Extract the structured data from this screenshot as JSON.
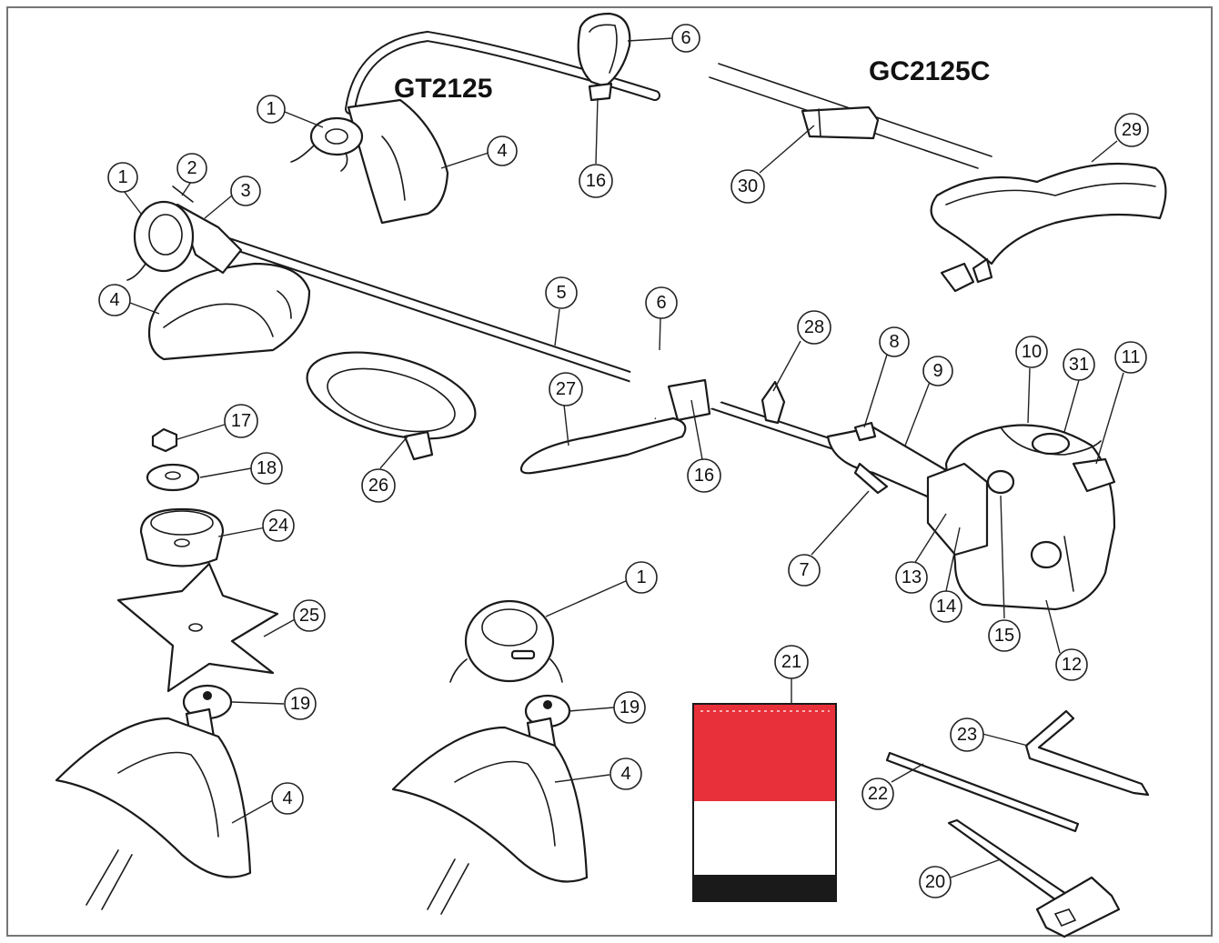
{
  "models": {
    "left": "GT2125",
    "right": "GC2125C"
  },
  "colors": {
    "manual_top": "#e8303a",
    "manual_middle": "#ffffff",
    "manual_bottom": "#1a1a1a",
    "line": "#1a1a1a",
    "background": "#ffffff"
  },
  "callouts": [
    {
      "id": "c-1a",
      "label": "1",
      "part": "trimmer-head"
    },
    {
      "id": "c-1b",
      "label": "1",
      "part": "trimmer-head"
    },
    {
      "id": "c-1c",
      "label": "1",
      "part": "trimmer-head"
    },
    {
      "id": "c-2",
      "label": "2",
      "part": "cutting-line"
    },
    {
      "id": "c-3",
      "label": "3",
      "part": "gear-head"
    },
    {
      "id": "c-4a",
      "label": "4",
      "part": "guard"
    },
    {
      "id": "c-4b",
      "label": "4",
      "part": "guard"
    },
    {
      "id": "c-4c",
      "label": "4",
      "part": "guard"
    },
    {
      "id": "c-4d",
      "label": "4",
      "part": "guard"
    },
    {
      "id": "c-5",
      "label": "5",
      "part": "shaft"
    },
    {
      "id": "c-6a",
      "label": "6",
      "part": "loop-handle"
    },
    {
      "id": "c-6b",
      "label": "6",
      "part": "loop-handle"
    },
    {
      "id": "c-7",
      "label": "7",
      "part": "throttle-trigger"
    },
    {
      "id": "c-8",
      "label": "8",
      "part": "stop-switch"
    },
    {
      "id": "c-9",
      "label": "9",
      "part": "grip"
    },
    {
      "id": "c-10",
      "label": "10",
      "part": "air-filter-cover"
    },
    {
      "id": "c-11",
      "label": "11",
      "part": "choke-lever"
    },
    {
      "id": "c-12",
      "label": "12",
      "part": "fuel-tank"
    },
    {
      "id": "c-13",
      "label": "13",
      "part": "clutch-housing"
    },
    {
      "id": "c-14",
      "label": "14",
      "part": "starter-handle"
    },
    {
      "id": "c-15",
      "label": "15",
      "part": "fuel-cap"
    },
    {
      "id": "c-16a",
      "label": "16",
      "part": "handle-bracket"
    },
    {
      "id": "c-16b",
      "label": "16",
      "part": "handle-bracket"
    },
    {
      "id": "c-17",
      "label": "17",
      "part": "nut"
    },
    {
      "id": "c-18",
      "label": "18",
      "part": "washer"
    },
    {
      "id": "c-19a",
      "label": "19",
      "part": "blade-holder"
    },
    {
      "id": "c-19b",
      "label": "19",
      "part": "blade-holder"
    },
    {
      "id": "c-20",
      "label": "20",
      "part": "spark-plug-wrench"
    },
    {
      "id": "c-21",
      "label": "21",
      "part": "manual"
    },
    {
      "id": "c-22",
      "label": "22",
      "part": "rod"
    },
    {
      "id": "c-23",
      "label": "23",
      "part": "hex-key"
    },
    {
      "id": "c-24",
      "label": "24",
      "part": "cup"
    },
    {
      "id": "c-25",
      "label": "25",
      "part": "blade"
    },
    {
      "id": "c-26",
      "label": "26",
      "part": "guard-extension"
    },
    {
      "id": "c-27",
      "label": "27",
      "part": "rear-handle"
    },
    {
      "id": "c-28",
      "label": "28",
      "part": "strap-hook"
    },
    {
      "id": "c-29",
      "label": "29",
      "part": "shoulder-strap"
    },
    {
      "id": "c-30",
      "label": "30",
      "part": "shaft-coupler"
    },
    {
      "id": "c-31",
      "label": "31",
      "part": "primer-bulb"
    }
  ]
}
